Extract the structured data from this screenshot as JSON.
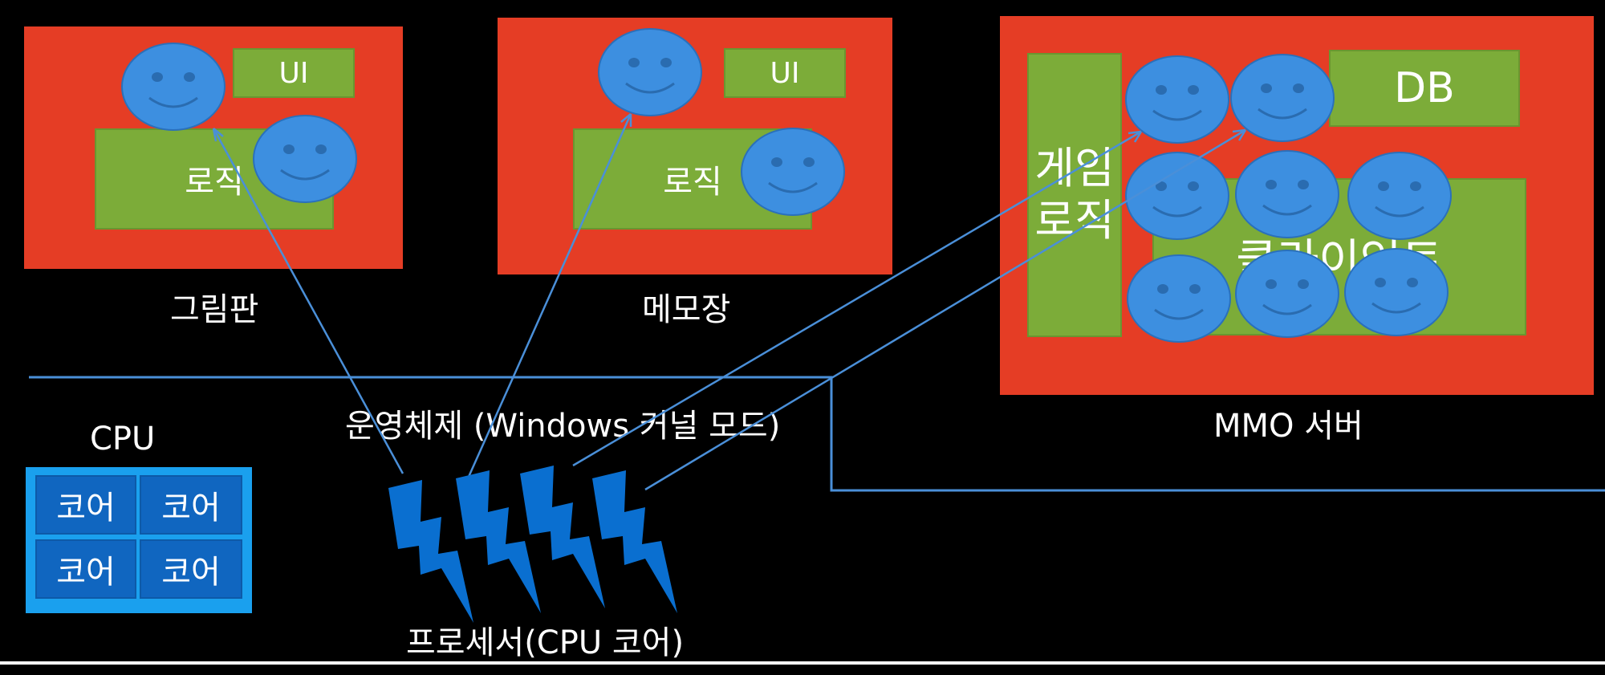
{
  "apps": {
    "paint": {
      "name": "그림판",
      "ui": "UI",
      "logic": "로직"
    },
    "notepad": {
      "name": "메모장",
      "ui": "UI",
      "logic": "로직"
    },
    "mmo": {
      "name": "MMO 서버",
      "db": "DB",
      "game_logic": "게임\n로직",
      "client": "클라이언트"
    }
  },
  "os_label": "운영체제 (Windows 커널 모드)",
  "cpu": {
    "label": "CPU",
    "cores": [
      "코어",
      "코어",
      "코어",
      "코어"
    ]
  },
  "processor_label": "프로세서(CPU 코어)",
  "colors": {
    "app_bg": "#e53d25",
    "module": "#7cac39",
    "thread": "#3d8fe0",
    "core": "#1066c0",
    "bolt": "#0a6fd0",
    "line": "#4a8fd8"
  }
}
